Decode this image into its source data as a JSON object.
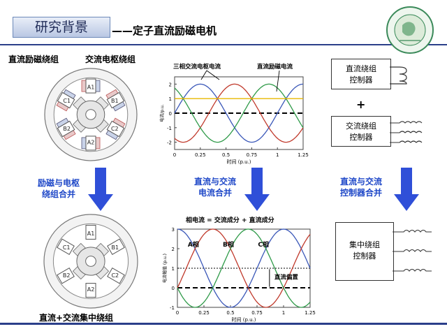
{
  "header": {
    "title": "研究背景",
    "subtitle": "——定子直流励磁电机"
  },
  "left": {
    "label_excitation_winding": "直流励磁绕组",
    "label_armature_winding": "交流电枢绕组",
    "merge_label": [
      "励磁与电枢",
      "绕组合并"
    ],
    "bottom_label": "直流+交流集中绕组",
    "top_poles": [
      "A1",
      "B1",
      "C2",
      "A2",
      "B2",
      "C1"
    ],
    "bottom_poles": [
      "A1",
      "B1",
      "C2",
      "A2",
      "B2",
      "C1"
    ]
  },
  "middle": {
    "merge_label": [
      "直流与交流",
      "电流合并"
    ],
    "chart_top_labels": {
      "three_phase": "三相交流电枢电流",
      "dc": "直流励磁电流"
    },
    "chart_bottom_labels": {
      "equation": "相电流 = 交流成分 + 直流成分",
      "phases": [
        "A相",
        "B相",
        "C相"
      ],
      "offset": "直流偏置"
    }
  },
  "right": {
    "dc_controller": [
      "直流绕组",
      "控制器"
    ],
    "plus": "+",
    "ac_controller": [
      "交流绕组",
      "控制器"
    ],
    "merge_label": [
      "直流与交流",
      "控制器合并"
    ],
    "concentrated_controller": [
      "集中绕组",
      "控制器"
    ]
  },
  "colors": {
    "accent_blue": "#2f4fd8",
    "header_navy": "#2b3f8a",
    "phase_a": "#3a57b8",
    "phase_b": "#c0392b",
    "phase_c": "#2e9a48",
    "dc": "#e8b800"
  },
  "chart_data": [
    {
      "type": "line",
      "x_range": [
        0,
        1.25
      ],
      "ylim": [
        -2.5,
        2.5
      ],
      "xticks": [
        0,
        0.25,
        0.5,
        0.75,
        1,
        1.25
      ],
      "xtick_labels": [
        "0",
        "0.25",
        "0.5",
        "0.75",
        "1",
        "1.25"
      ],
      "yticks": [
        -2,
        -1,
        0,
        1,
        2
      ],
      "ytick_labels": [
        "-2",
        "-1",
        "0",
        "1",
        "2"
      ],
      "xlabel": "时间 (p.u.)",
      "ylabel": "电流/p.u.",
      "series": [
        {
          "name": "A",
          "kind": "sine",
          "amplitude": 2,
          "offset": 0,
          "phase_deg": 0,
          "color": "#3a57b8"
        },
        {
          "name": "B",
          "kind": "sine",
          "amplitude": 2,
          "offset": 0,
          "phase_deg": -120,
          "color": "#c0392b"
        },
        {
          "name": "C",
          "kind": "sine",
          "amplitude": 2,
          "offset": 0,
          "phase_deg": 120,
          "color": "#2e9a48"
        },
        {
          "name": "DC",
          "kind": "const",
          "value": 1,
          "color": "#e8b800"
        }
      ],
      "reference_line": {
        "y": 0,
        "style": "dashed"
      }
    },
    {
      "type": "line",
      "x_range": [
        0,
        1.25
      ],
      "ylim": [
        -1,
        3
      ],
      "xticks": [
        0,
        0.25,
        0.5,
        0.75,
        1,
        1.25
      ],
      "xtick_labels": [
        "0",
        "0.25",
        "0.5",
        "0.75",
        "1",
        "1.25"
      ],
      "yticks": [
        -1,
        0,
        1,
        2,
        3
      ],
      "ytick_labels": [
        "-1",
        "0",
        "1",
        "2",
        "3"
      ],
      "xlabel": "时间 (p.u.)",
      "ylabel": "电流幅值 (p.u.)",
      "series": [
        {
          "name": "A",
          "kind": "sine",
          "amplitude": 2,
          "offset": 1,
          "phase_deg": 90,
          "color": "#3a57b8"
        },
        {
          "name": "B",
          "kind": "sine",
          "amplitude": 2,
          "offset": 1,
          "phase_deg": -30,
          "color": "#c0392b"
        },
        {
          "name": "C",
          "kind": "sine",
          "amplitude": 2,
          "offset": 1,
          "phase_deg": 210,
          "color": "#2e9a48"
        }
      ],
      "reference_lines": [
        {
          "y": 1,
          "style": "dotted"
        },
        {
          "y": 0,
          "style": "dashed"
        }
      ]
    }
  ]
}
